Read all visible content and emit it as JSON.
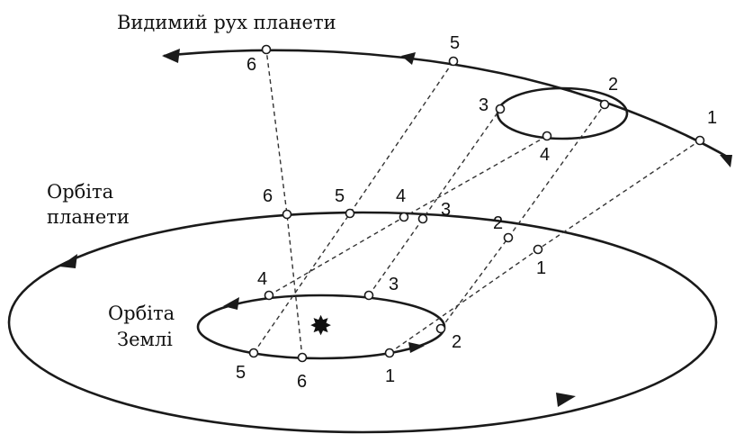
{
  "labels": {
    "apparent_motion": "Видимий рух планети",
    "planet_orbit_line1": "Орбіта",
    "planet_orbit_line2": "планети",
    "earth_orbit_line1": "Орбіта",
    "earth_orbit_line2": "Землі"
  },
  "apparent_points": [
    "1",
    "2",
    "3",
    "4",
    "5",
    "6"
  ],
  "planet_points": [
    "1",
    "2",
    "3",
    "4",
    "5",
    "6"
  ],
  "earth_points": [
    "1",
    "2",
    "3",
    "4",
    "5",
    "6"
  ],
  "sun_symbol": "✸"
}
